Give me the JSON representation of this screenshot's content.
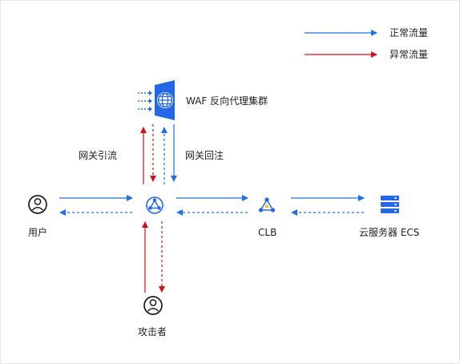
{
  "legend": {
    "normal": {
      "label": "正常流量",
      "color": "#1e6fe8"
    },
    "abnormal": {
      "label": "异常流量",
      "color": "#d60d1d"
    }
  },
  "nodes": {
    "user": {
      "label": "用户",
      "icon": "user-circle-icon"
    },
    "gateway": {
      "label": "",
      "icon": "gateway-hub-icon"
    },
    "attacker": {
      "label": "攻击者",
      "icon": "user-circle-icon"
    },
    "waf": {
      "label": "WAF 反向代理集群",
      "icon": "waf-globe-icon"
    },
    "clb": {
      "label": "CLB",
      "icon": "load-balancer-icon"
    },
    "ecs": {
      "label": "云服务器 ECS",
      "icon": "server-stack-icon"
    }
  },
  "edges": {
    "divert_label": "网关引流",
    "return_label": "网关回注"
  },
  "colors": {
    "normal": "#1e6fe8",
    "abnormal": "#d60d1d",
    "icon_dark": "#1a1a1a",
    "icon_blue": "#2468e8"
  }
}
